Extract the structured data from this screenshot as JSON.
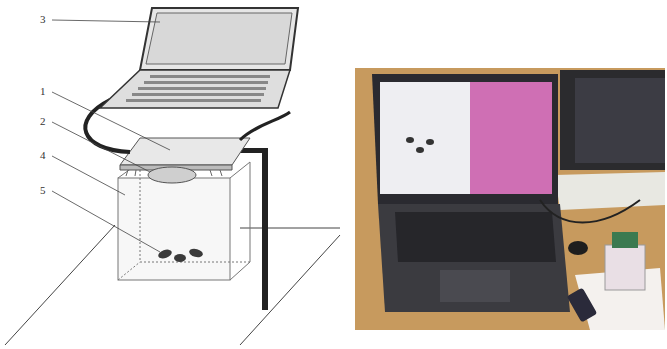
{
  "diagram": {
    "labels": [
      "3",
      "1",
      "2",
      "4",
      "5"
    ]
  }
}
